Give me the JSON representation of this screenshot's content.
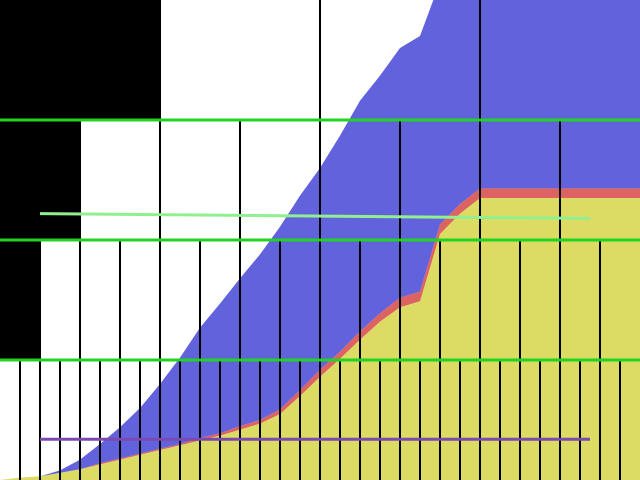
{
  "chart_data": {
    "type": "area",
    "title": "",
    "xlabel": "",
    "ylabel": "",
    "grid": true,
    "legend": "none",
    "xlim": [
      0,
      32
    ],
    "ylim": [
      0,
      4
    ],
    "x": [
      0,
      1,
      2,
      3,
      4,
      5,
      6,
      7,
      8,
      9,
      10,
      11,
      12,
      13,
      14,
      15,
      16,
      17,
      18,
      19,
      20,
      21,
      22,
      23,
      24,
      25,
      26,
      27,
      28,
      29,
      30,
      31,
      32
    ],
    "series": [
      {
        "key": "yellow",
        "color": "#dcdc64",
        "values": [
          0.0,
          0.02,
          0.03,
          0.06,
          0.09,
          0.13,
          0.17,
          0.21,
          0.25,
          0.29,
          0.33,
          0.37,
          0.42,
          0.47,
          0.55,
          0.7,
          0.86,
          1.01,
          1.17,
          1.32,
          1.44,
          1.49,
          2.05,
          2.22,
          2.35,
          2.35,
          2.35,
          2.35,
          2.35,
          2.35,
          2.35,
          2.35,
          2.35
        ]
      },
      {
        "key": "red",
        "color": "#dd6262",
        "values": [
          0.0,
          0.0,
          0.0,
          0.0,
          0.0,
          0.01,
          0.01,
          0.01,
          0.01,
          0.01,
          0.02,
          0.02,
          0.03,
          0.03,
          0.04,
          0.05,
          0.06,
          0.06,
          0.07,
          0.07,
          0.08,
          0.08,
          0.08,
          0.08,
          0.08,
          0.08,
          0.08,
          0.08,
          0.08,
          0.08,
          0.08,
          0.08,
          0.08
        ]
      },
      {
        "key": "blue",
        "color": "#6262dd",
        "values": [
          0.0,
          0.0,
          0.0,
          0.02,
          0.08,
          0.16,
          0.26,
          0.38,
          0.54,
          0.72,
          0.92,
          1.08,
          1.23,
          1.38,
          1.52,
          1.62,
          1.68,
          1.8,
          1.92,
          1.98,
          2.08,
          2.13,
          2.02,
          1.95,
          2.06,
          2.13,
          2.17,
          2.22,
          2.3,
          2.4,
          2.5,
          2.6,
          2.7
        ]
      }
    ],
    "reference_lines": [
      {
        "key": "light-green",
        "color": "#90f090",
        "x": [
          2,
          29.5
        ],
        "y": [
          2.22,
          2.18
        ]
      },
      {
        "key": "dark-purple",
        "color": "#7a4ab0",
        "x": [
          2,
          29.5
        ],
        "y": [
          0.34,
          0.34
        ]
      }
    ],
    "horizontal_grid": {
      "color": "#22d422",
      "y": [
        1,
        2,
        3
      ]
    },
    "vertical_grid": {
      "color": "#000000",
      "row_bands": [
        {
          "from": 0,
          "to": 1,
          "step": 1
        },
        {
          "from": 1,
          "to": 2,
          "step": 2
        },
        {
          "from": 2,
          "to": 3,
          "step": 4
        },
        {
          "from": 3,
          "to": 4,
          "step": 8
        }
      ]
    },
    "masked_region": {
      "color": "#000000",
      "left_x_by_band": [
        0,
        2,
        4,
        8
      ]
    }
  }
}
